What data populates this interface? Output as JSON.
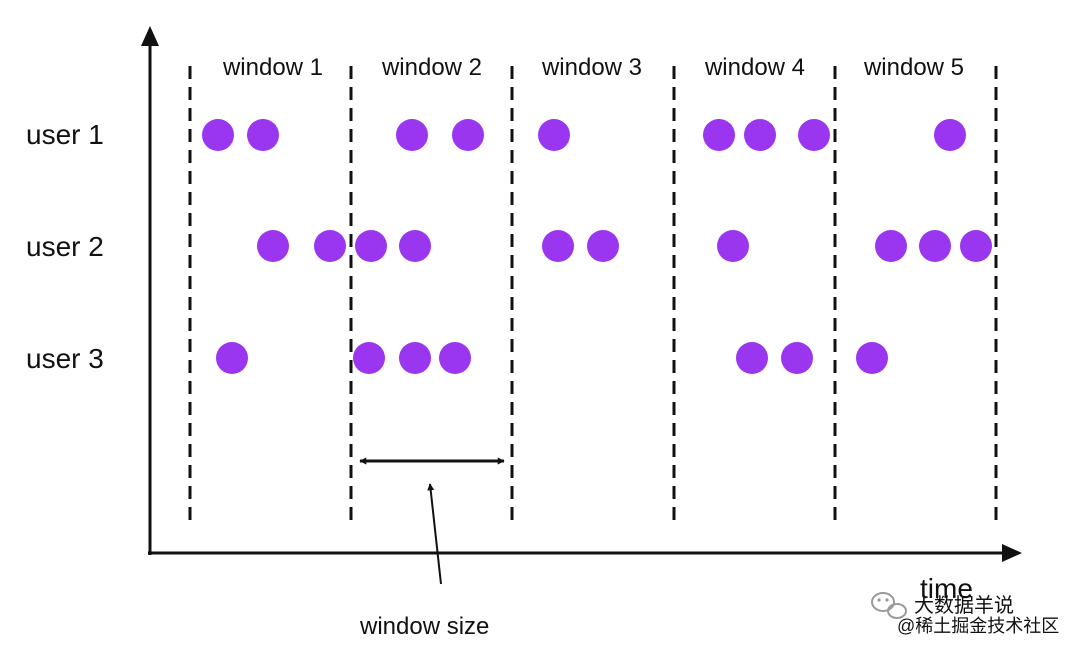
{
  "windows": [
    {
      "label": "window 1"
    },
    {
      "label": "window 2"
    },
    {
      "label": "window 3"
    },
    {
      "label": "window 4"
    },
    {
      "label": "window 5"
    }
  ],
  "users": [
    {
      "label": "user 1",
      "events_per_window": [
        2,
        2,
        1,
        3,
        1
      ]
    },
    {
      "label": "user 2",
      "events_per_window": [
        2,
        2,
        2,
        1,
        3
      ]
    },
    {
      "label": "user 3",
      "events_per_window": [
        1,
        3,
        0,
        2,
        1
      ]
    }
  ],
  "annotation": {
    "label": "window size"
  },
  "x_axis": {
    "label": "time"
  },
  "watermark": {
    "line1": "大数据羊说",
    "line2": "@稀土掘金技术社区"
  },
  "colors": {
    "event": "#9b36f0",
    "line": "#111111"
  },
  "icons": {
    "watermark": "wechat-icon"
  }
}
